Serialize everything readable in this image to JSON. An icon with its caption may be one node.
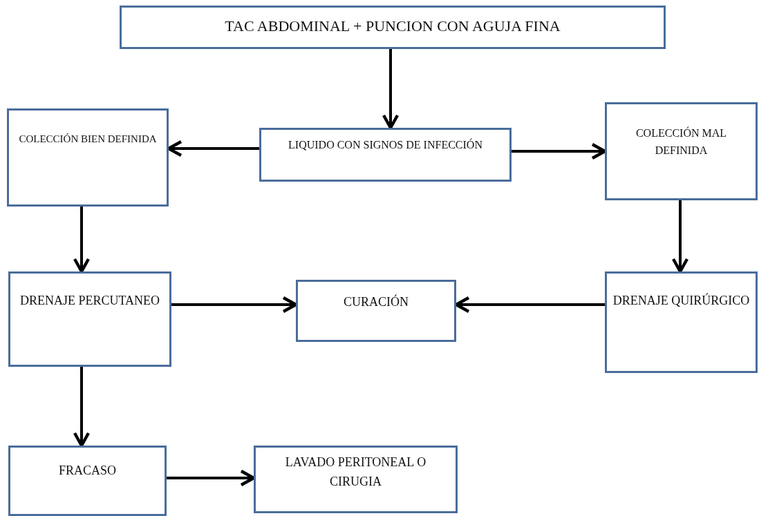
{
  "diagram": {
    "nodes": [
      {
        "text": [
          "TAC ABDOMINAL + PUNCION CON AGUJA FINA"
        ]
      },
      {
        "text": [
          "LIQUIDO CON SIGNOS DE INFECCIÓN"
        ]
      },
      {
        "text": [
          "COLECCIÓN BIEN DEFINIDA"
        ]
      },
      {
        "text": [
          "COLECCIÓN MAL DEFINIDA"
        ]
      },
      {
        "text": [
          "DRENAJE PERCUTANEO"
        ]
      },
      {
        "text": [
          "CURACIÓN"
        ]
      },
      {
        "text": [
          "DRENAJE QUIRÚRGICO"
        ]
      },
      {
        "text": [
          "FRACASO"
        ]
      },
      {
        "text": [
          "LAVADO PERITONEAL O CIRUGIA"
        ]
      }
    ],
    "edges": [
      {
        "from": 0,
        "to": 1,
        "arrow": "to"
      },
      {
        "from": 1,
        "to": 2,
        "arrow": "to"
      },
      {
        "from": 1,
        "to": 3,
        "arrow": "to"
      },
      {
        "from": 2,
        "to": 4,
        "arrow": "to"
      },
      {
        "from": 3,
        "to": 6,
        "arrow": "to"
      },
      {
        "from": 4,
        "to": 5,
        "arrow": "to"
      },
      {
        "from": 6,
        "to": 5,
        "arrow": "to"
      },
      {
        "from": 4,
        "to": 7,
        "arrow": "to"
      },
      {
        "from": 7,
        "to": 8,
        "arrow": "to"
      }
    ]
  }
}
